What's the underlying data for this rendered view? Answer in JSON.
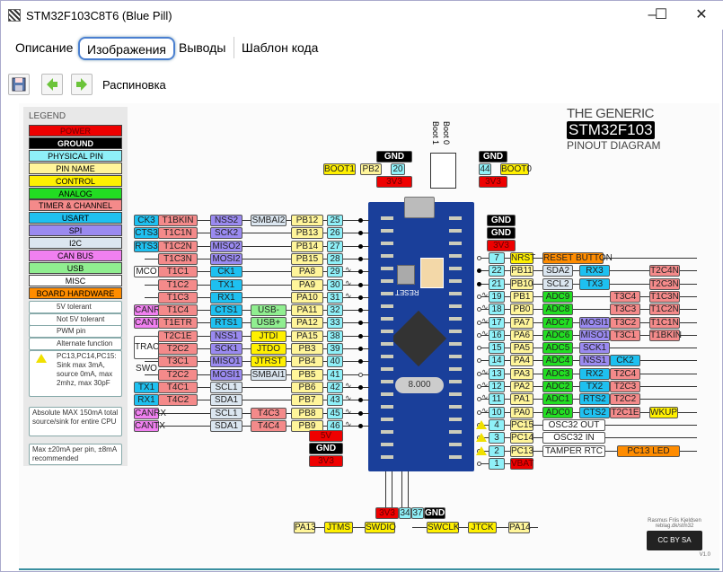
{
  "window": {
    "title": "STM32F103C8T6 (Blue Pill)",
    "minimize": "–",
    "maximize": "☐",
    "close": "✕"
  },
  "tabs": [
    {
      "label": "Описание"
    },
    {
      "label": "Изображения",
      "active": true
    },
    {
      "label": "Выводы"
    },
    {
      "label": "Шаблон кода"
    }
  ],
  "toolbar": {
    "save_icon": "save-icon",
    "back_icon": "arrow-left-icon",
    "forward_icon": "arrow-right-icon",
    "label": "Распиновка"
  },
  "diagram": {
    "logo": {
      "line1": "THE GENERIC",
      "line2": "STM32F103",
      "line3": "PINOUT DIAGRAM"
    },
    "legend": {
      "title": "LEGEND",
      "items": [
        {
          "label": "POWER",
          "cls": "c-power"
        },
        {
          "label": "GROUND",
          "cls": "c-gnd"
        },
        {
          "label": "PHYSICAL PIN",
          "cls": "c-phys"
        },
        {
          "label": "PIN NAME",
          "cls": "c-name"
        },
        {
          "label": "CONTROL",
          "cls": "c-ctrl"
        },
        {
          "label": "ANALOG",
          "cls": "c-analog"
        },
        {
          "label": "TIMER & CHANNEL",
          "cls": "c-timer"
        },
        {
          "label": "USART",
          "cls": "c-usart"
        },
        {
          "label": "SPI",
          "cls": "c-spi"
        },
        {
          "label": "I2C",
          "cls": "c-i2c"
        },
        {
          "label": "CAN BUS",
          "cls": "c-can"
        },
        {
          "label": "USB",
          "cls": "c-usb"
        },
        {
          "label": "MISC",
          "cls": "c-misc"
        },
        {
          "label": "BOARD HARDWARE",
          "cls": "c-hw"
        }
      ],
      "symbols": [
        "5V tolerant",
        "Not 5V tolerant",
        "PWM pin",
        "Alternate function"
      ],
      "warning": "PC13,PC14,PC15: Sink max 3mA, source 0mA, max 2mhz, max 30pF",
      "note1": "Absolute MAX 150mA total source/sink for entire CPU",
      "note2": "Max ±20mA per pin, ±8mA recommended"
    },
    "boot": {
      "label1": "Boot 1",
      "label0": "Boot 0",
      "left": [
        {
          "t": "GND",
          "c": "c-gnd"
        },
        {
          "t": "BOOT1",
          "c": "c-ctrl"
        },
        {
          "t": "PB2",
          "c": "c-name"
        },
        {
          "t": "20",
          "c": "c-phys"
        },
        {
          "t": "3V3",
          "c": "c-power"
        }
      ],
      "right": [
        {
          "t": "GND",
          "c": "c-gnd"
        },
        {
          "t": "44",
          "c": "c-phys"
        },
        {
          "t": "BOOT0",
          "c": "c-ctrl"
        },
        {
          "t": "3V3",
          "c": "c-power"
        }
      ]
    },
    "left_rows": [
      {
        "pin": "25",
        "name": "PB12",
        "f": [
          [
            "CK3",
            "c-usart"
          ],
          [
            "T1BKIN",
            "c-timer"
          ],
          [
            "NSS2",
            "c-spi"
          ],
          [
            "SMBAI2",
            "c-i2c"
          ]
        ],
        "pwm": false,
        "t5": true
      },
      {
        "pin": "26",
        "name": "PB13",
        "f": [
          [
            "CTS3",
            "c-usart"
          ],
          [
            "T1C1N",
            "c-timer"
          ],
          [
            "SCK2",
            "c-spi"
          ],
          null
        ],
        "pwm": false,
        "t5": true
      },
      {
        "pin": "27",
        "name": "PB14",
        "f": [
          [
            "RTS3",
            "c-usart"
          ],
          [
            "T1C2N",
            "c-timer"
          ],
          [
            "MISO2",
            "c-spi"
          ],
          null
        ],
        "pwm": false,
        "t5": true
      },
      {
        "pin": "28",
        "name": "PB15",
        "f": [
          null,
          [
            "T1C3N",
            "c-timer"
          ],
          [
            "MOSI2",
            "c-spi"
          ],
          null
        ],
        "pwm": false,
        "t5": true
      },
      {
        "pin": "29",
        "name": "PA8",
        "f": [
          [
            "MCO",
            "c-misc"
          ],
          [
            "T1C1",
            "c-timer"
          ],
          [
            "CK1",
            "c-usart"
          ],
          null
        ],
        "pwm": true,
        "t5": true
      },
      {
        "pin": "30",
        "name": "PA9",
        "f": [
          null,
          [
            "T1C2",
            "c-timer"
          ],
          [
            "TX1",
            "c-usart"
          ],
          null
        ],
        "pwm": true,
        "t5": true
      },
      {
        "pin": "31",
        "name": "PA10",
        "f": [
          null,
          [
            "T1C3",
            "c-timer"
          ],
          [
            "RX1",
            "c-usart"
          ],
          null
        ],
        "pwm": true,
        "t5": true
      },
      {
        "pin": "32",
        "name": "PA11",
        "f": [
          [
            "CANRX",
            "c-can"
          ],
          [
            "T1C4",
            "c-timer"
          ],
          [
            "CTS1",
            "c-usart"
          ],
          [
            "USB-",
            "c-usb"
          ]
        ],
        "pwm": false,
        "t5": true
      },
      {
        "pin": "33",
        "name": "PA12",
        "f": [
          [
            "CANTX",
            "c-can"
          ],
          [
            "T1ETR",
            "c-timer"
          ],
          [
            "RTS1",
            "c-usart"
          ],
          [
            "USB+",
            "c-usb"
          ]
        ],
        "pwm": false,
        "t5": true
      },
      {
        "pin": "38",
        "name": "PA15",
        "f": [
          null,
          [
            "T2C1E",
            "c-timer"
          ],
          [
            "NSS1",
            "c-spi"
          ],
          [
            "JTDI",
            "c-ctrl"
          ]
        ],
        "pwm": false,
        "t5": true
      },
      {
        "pin": "39",
        "name": "PB3",
        "f": [
          [
            "TRACE SWO",
            "c-misc"
          ],
          [
            "T2C2",
            "c-timer"
          ],
          [
            "SCK1",
            "c-spi"
          ],
          [
            "JTDO",
            "c-ctrl"
          ]
        ],
        "pwm": false,
        "t5": true
      },
      {
        "pin": "40",
        "name": "PB4",
        "f": [
          null,
          [
            "T3C1",
            "c-timer"
          ],
          [
            "MISO1",
            "c-spi"
          ],
          [
            "JTRST",
            "c-ctrl"
          ]
        ],
        "pwm": false,
        "t5": true
      },
      {
        "pin": "41",
        "name": "PB5",
        "f": [
          null,
          [
            "T2C2",
            "c-timer"
          ],
          [
            "MOSI1",
            "c-spi"
          ],
          [
            "SMBAI1",
            "c-i2c"
          ]
        ],
        "pwm": false,
        "t5": false
      },
      {
        "pin": "42",
        "name": "PB6",
        "f": [
          [
            "TX1",
            "c-usart"
          ],
          [
            "T4C1",
            "c-timer"
          ],
          [
            "SCL1",
            "c-i2c"
          ],
          null
        ],
        "pwm": true,
        "t5": true
      },
      {
        "pin": "43",
        "name": "PB7",
        "f": [
          [
            "RX1",
            "c-usart"
          ],
          [
            "T4C2",
            "c-timer"
          ],
          [
            "SDA1",
            "c-i2c"
          ],
          null
        ],
        "pwm": true,
        "t5": true
      },
      {
        "pin": "45",
        "name": "PB8",
        "f": [
          [
            "CANRX",
            "c-can"
          ],
          null,
          [
            "SCL1",
            "c-i2c"
          ],
          [
            "T4C3",
            "c-timer"
          ]
        ],
        "pwm": true,
        "t5": true
      },
      {
        "pin": "46",
        "name": "PB9",
        "f": [
          [
            "CANTX",
            "c-can"
          ],
          null,
          [
            "SDA1",
            "c-i2c"
          ],
          [
            "T4C4",
            "c-timer"
          ]
        ],
        "pwm": true,
        "t5": true
      }
    ],
    "left_power": [
      {
        "t": "5V",
        "c": "c-power"
      },
      {
        "t": "GND",
        "c": "c-gnd"
      },
      {
        "t": "3V3",
        "c": "c-power"
      }
    ],
    "right_power": [
      {
        "t": "GND",
        "c": "c-gnd"
      },
      {
        "t": "GND",
        "c": "c-gnd"
      },
      {
        "t": "3V3",
        "c": "c-power"
      }
    ],
    "right_rows": [
      {
        "pin": "7",
        "name": "NRST",
        "nc": "c-ctrl",
        "f": [
          [
            "RESET BUTTON",
            "c-hw",
            true
          ],
          null,
          null,
          null
        ],
        "pwm": false,
        "t5": false
      },
      {
        "pin": "22",
        "name": "PB11",
        "f": [
          [
            "SDA2",
            "c-i2c"
          ],
          [
            "RX3",
            "c-usart"
          ],
          null,
          [
            "T2C4N",
            "c-timer"
          ]
        ],
        "pwm": false,
        "t5": true
      },
      {
        "pin": "21",
        "name": "PB10",
        "f": [
          [
            "SCL2",
            "c-i2c"
          ],
          [
            "TX3",
            "c-usart"
          ],
          null,
          [
            "T2C3N",
            "c-timer"
          ]
        ],
        "pwm": false,
        "t5": true
      },
      {
        "pin": "19",
        "name": "PB1",
        "f": [
          [
            "ADC9",
            "c-analog"
          ],
          null,
          [
            "T3C4",
            "c-timer"
          ],
          [
            "T1C3N",
            "c-timer"
          ]
        ],
        "pwm": true,
        "t5": false
      },
      {
        "pin": "18",
        "name": "PB0",
        "f": [
          [
            "ADC8",
            "c-analog"
          ],
          null,
          [
            "T3C3",
            "c-timer"
          ],
          [
            "T1C2N",
            "c-timer"
          ]
        ],
        "pwm": true,
        "t5": false
      },
      {
        "pin": "17",
        "name": "PA7",
        "f": [
          [
            "ADC7",
            "c-analog"
          ],
          [
            "MOSI1",
            "c-spi"
          ],
          [
            "T3C2",
            "c-timer"
          ],
          [
            "T1C1N",
            "c-timer"
          ]
        ],
        "pwm": true,
        "t5": false
      },
      {
        "pin": "16",
        "name": "PA6",
        "f": [
          [
            "ADC6",
            "c-analog"
          ],
          [
            "MISO1",
            "c-spi"
          ],
          [
            "T3C1",
            "c-timer"
          ],
          [
            "T1BKIN",
            "c-timer"
          ]
        ],
        "pwm": true,
        "t5": false
      },
      {
        "pin": "15",
        "name": "PA5",
        "f": [
          [
            "ADC5",
            "c-analog"
          ],
          [
            "SCK1",
            "c-spi"
          ],
          null,
          null
        ],
        "pwm": false,
        "t5": false
      },
      {
        "pin": "14",
        "name": "PA4",
        "f": [
          [
            "ADC4",
            "c-analog"
          ],
          [
            "NSS1",
            "c-spi"
          ],
          [
            "CK2",
            "c-usart"
          ],
          null
        ],
        "pwm": false,
        "t5": false
      },
      {
        "pin": "13",
        "name": "PA3",
        "f": [
          [
            "ADC3",
            "c-analog"
          ],
          [
            "RX2",
            "c-usart"
          ],
          [
            "T2C4",
            "c-timer"
          ],
          null
        ],
        "pwm": true,
        "t5": false
      },
      {
        "pin": "12",
        "name": "PA2",
        "f": [
          [
            "ADC2",
            "c-analog"
          ],
          [
            "TX2",
            "c-usart"
          ],
          [
            "T2C3",
            "c-timer"
          ],
          null
        ],
        "pwm": true,
        "t5": false
      },
      {
        "pin": "11",
        "name": "PA1",
        "f": [
          [
            "ADC1",
            "c-analog"
          ],
          [
            "RTS2",
            "c-usart"
          ],
          [
            "T2C2",
            "c-timer"
          ],
          null
        ],
        "pwm": true,
        "t5": false
      },
      {
        "pin": "10",
        "name": "PA0",
        "f": [
          [
            "ADC0",
            "c-analog"
          ],
          [
            "CTS2",
            "c-usart"
          ],
          [
            "T2C1E",
            "c-timer"
          ],
          [
            "WKUP",
            "c-ctrl"
          ]
        ],
        "pwm": true,
        "t5": false
      },
      {
        "pin": "4",
        "name": "PC15",
        "f": [
          [
            "OSC32 OUT",
            "c-misc",
            true
          ],
          null,
          null,
          null
        ],
        "warn": true,
        "t5": false
      },
      {
        "pin": "3",
        "name": "PC14",
        "f": [
          [
            "OSC32 IN",
            "c-misc",
            true
          ],
          null,
          null,
          null
        ],
        "warn": true,
        "t5": false
      },
      {
        "pin": "2",
        "name": "PC13",
        "f": [
          [
            "TAMPER RTC",
            "c-misc",
            true
          ],
          null,
          [
            "PC13 LED",
            "c-hw",
            true
          ],
          null
        ],
        "warn": true,
        "t5": false
      },
      {
        "pin": "1",
        "name": "VBAT",
        "nc": "c-power",
        "f": [
          null,
          null,
          null,
          null
        ],
        "t5": false
      }
    ],
    "swd_header": [
      {
        "t": "3V3",
        "c": "c-power"
      },
      {
        "t": "34",
        "c": "c-phys"
      },
      {
        "t": "37",
        "c": "c-phys"
      },
      {
        "t": "GND",
        "c": "c-gnd"
      }
    ],
    "swd_left": [
      {
        "t": "PA13",
        "c": "c-name"
      },
      {
        "t": "JTMS",
        "c": "c-ctrl"
      },
      {
        "t": "SWDIO",
        "c": "c-ctrl"
      }
    ],
    "swd_right": [
      {
        "t": "SWCLK",
        "c": "c-ctrl"
      },
      {
        "t": "JTCK",
        "c": "c-ctrl"
      },
      {
        "t": "PA14",
        "c": "c-name"
      }
    ],
    "board": {
      "reset_label": "RESET",
      "crystal": "8.000"
    },
    "credit": {
      "author": "Rasmus Friis Kjeldsen",
      "site": "reblag.dk/stm32",
      "license": "CC BY SA",
      "version": "V1.0"
    }
  }
}
